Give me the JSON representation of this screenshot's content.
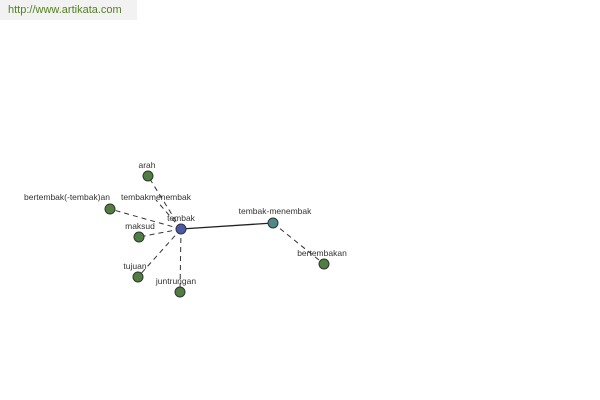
{
  "header": {
    "url": "http://www.artikata.com"
  },
  "colors": {
    "center_node": "#4a5aa8",
    "secondary_node": "#4e8a85",
    "leaf_node": "#4f7f40"
  },
  "graph": {
    "nodes": [
      {
        "id": "tembak",
        "label": "tembak",
        "kind": "center"
      },
      {
        "id": "arah",
        "label": "arah",
        "kind": "leaf"
      },
      {
        "id": "tembakmenembak",
        "label": "tembakmenembak",
        "kind": "leaf"
      },
      {
        "id": "bertembak",
        "label": "bertembak(-tembak)an",
        "kind": "leaf"
      },
      {
        "id": "maksud",
        "label": "maksud",
        "kind": "leaf"
      },
      {
        "id": "tujuan",
        "label": "tujuan",
        "kind": "leaf"
      },
      {
        "id": "juntrungan",
        "label": "juntrungan",
        "kind": "leaf"
      },
      {
        "id": "tembak-menembak",
        "label": "tembak-menembak",
        "kind": "secondary"
      },
      {
        "id": "bertembakan",
        "label": "bertembakan",
        "kind": "leaf"
      }
    ],
    "edges": [
      {
        "from": "tembak",
        "to": "arah",
        "style": "dashed"
      },
      {
        "from": "tembak",
        "to": "tembakmenembak",
        "style": "dashed"
      },
      {
        "from": "tembak",
        "to": "bertembak",
        "style": "dashed"
      },
      {
        "from": "tembak",
        "to": "maksud",
        "style": "dashed"
      },
      {
        "from": "tembak",
        "to": "tujuan",
        "style": "dashed"
      },
      {
        "from": "tembak",
        "to": "juntrungan",
        "style": "dashed"
      },
      {
        "from": "tembak",
        "to": "tembak-menembak",
        "style": "solid"
      },
      {
        "from": "tembak-menembak",
        "to": "bertembakan",
        "style": "dashed"
      }
    ]
  }
}
